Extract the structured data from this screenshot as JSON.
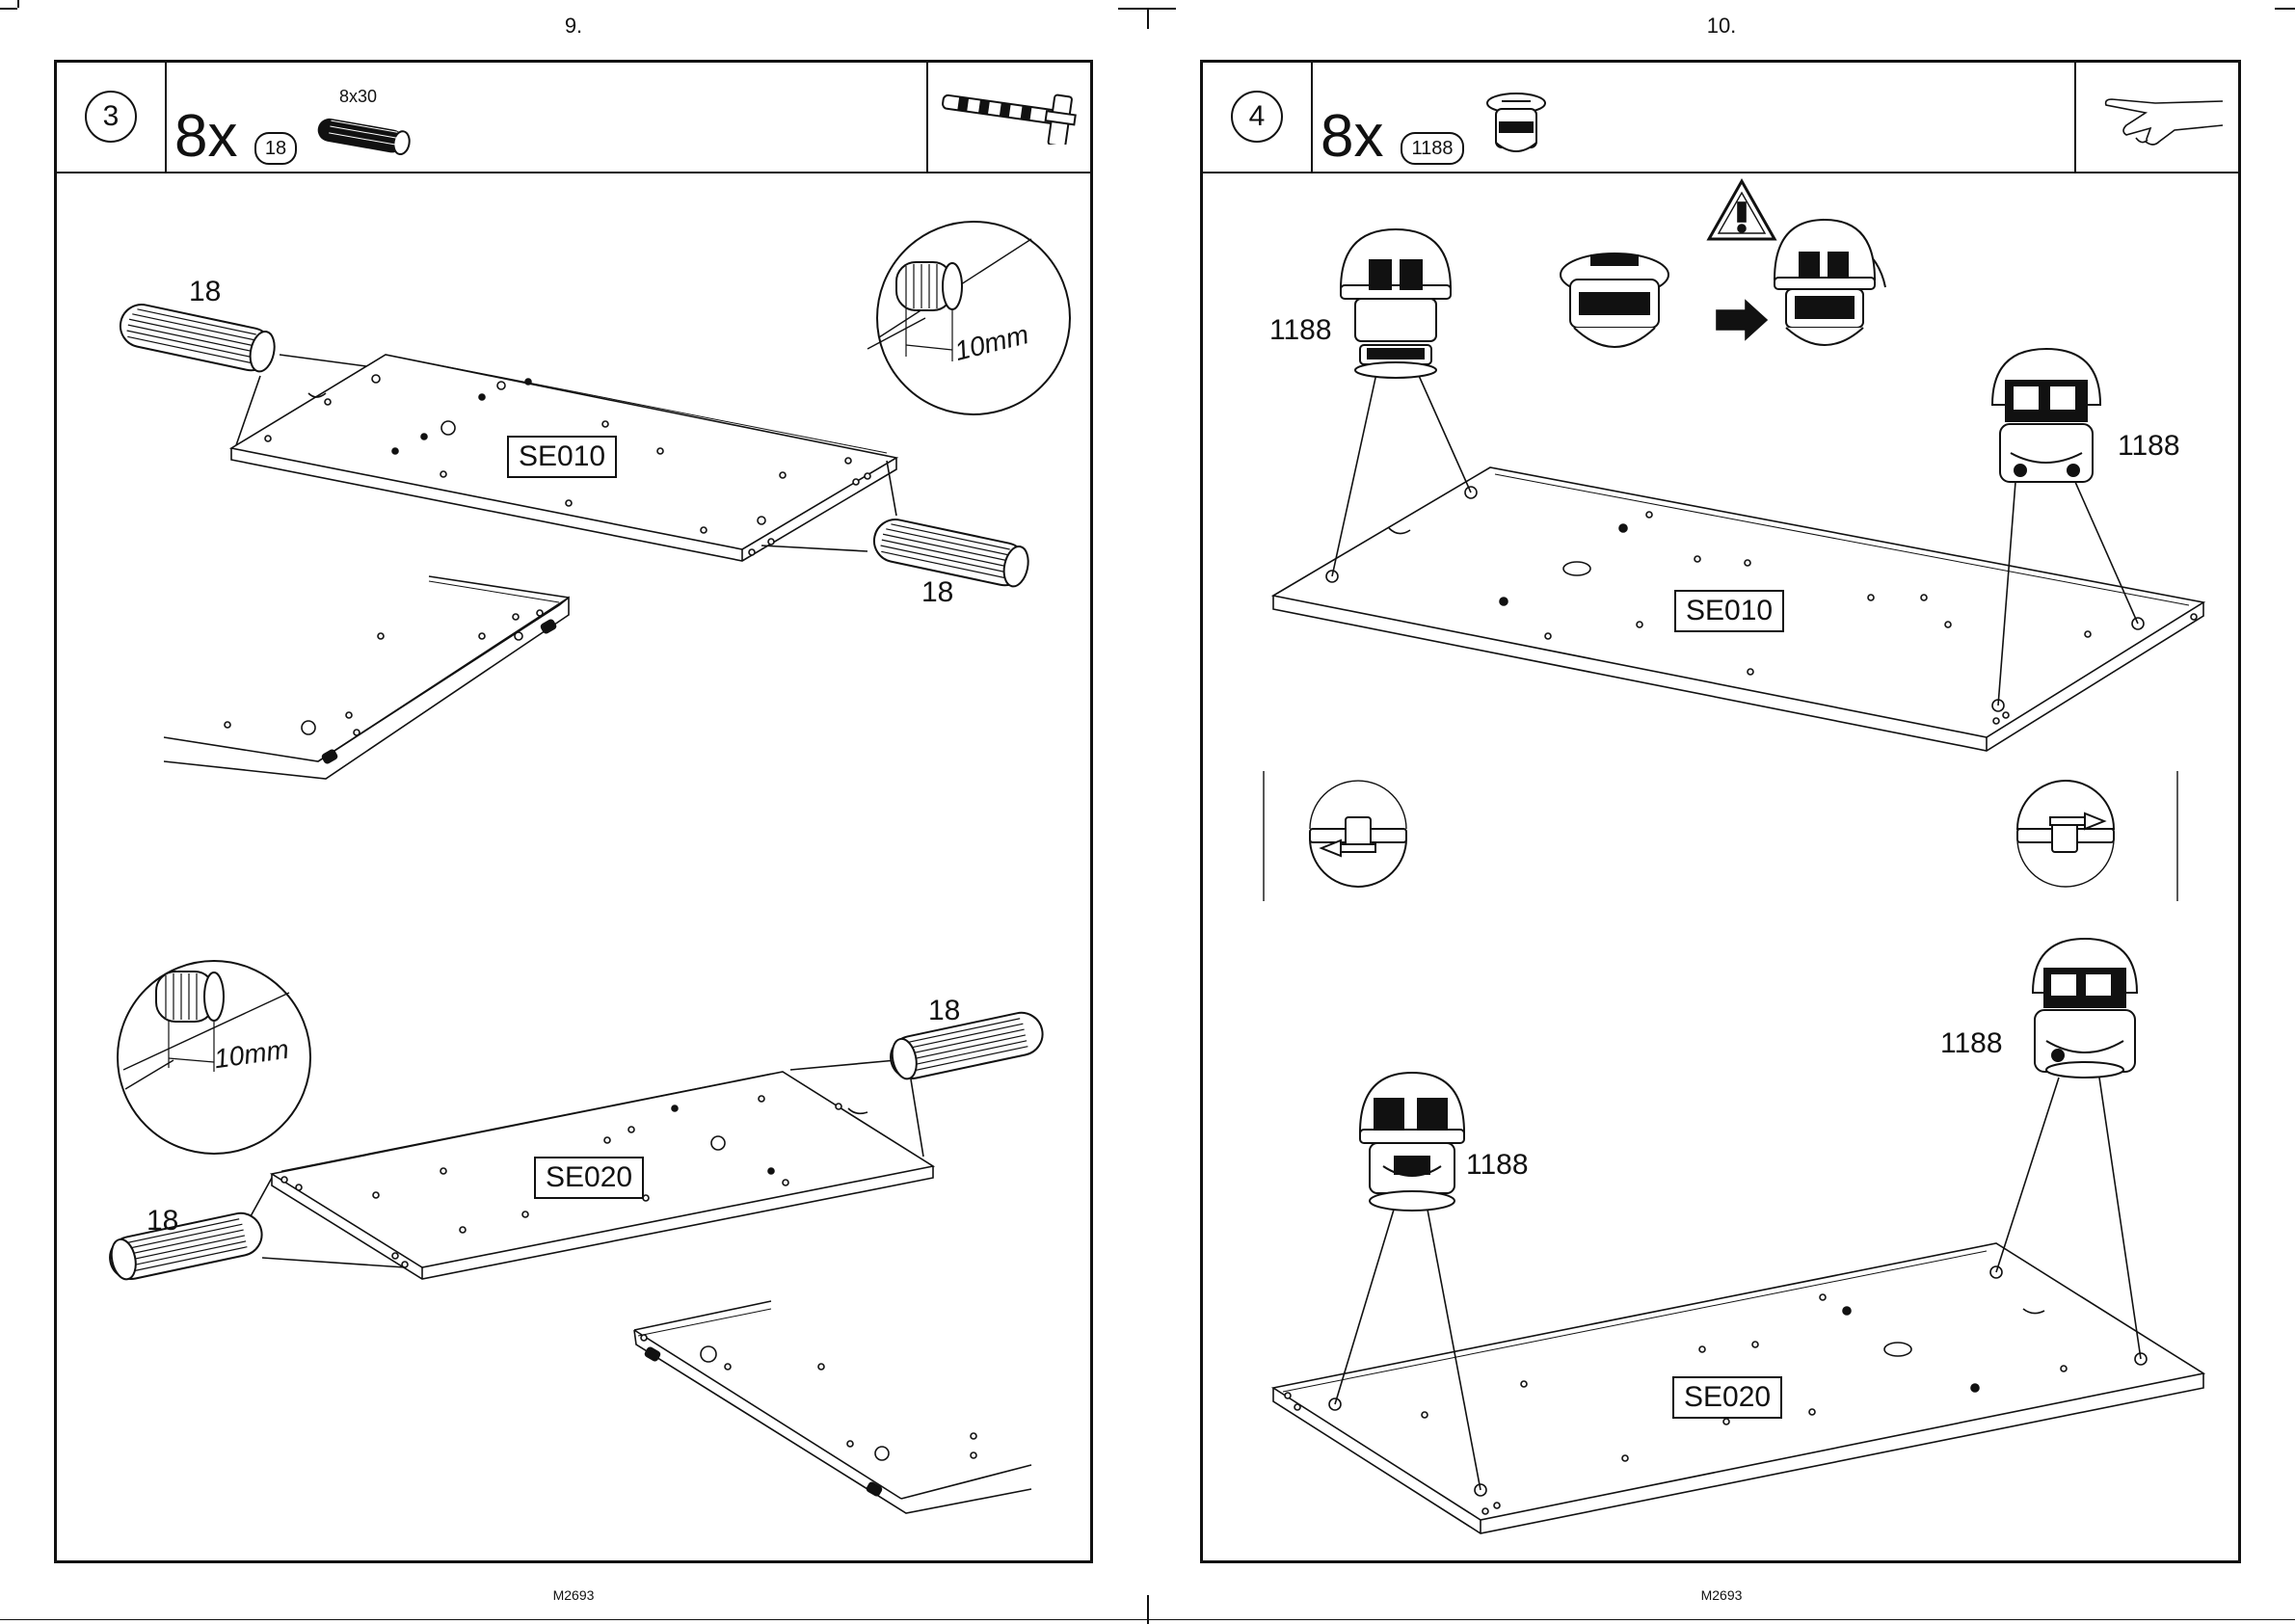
{
  "pages": [
    {
      "page_number": "9.",
      "footer_code": "M2693",
      "step": {
        "number": "3",
        "quantity": "8x",
        "part_id": "18",
        "part_dims": "8x30",
        "tool_icon": "hammer-icon",
        "part_icon": "dowel-icon"
      },
      "labels": {
        "dowel_top_left": "18",
        "dowel_top_right": "18",
        "detail_top": "10mm",
        "panel_top": "SE010",
        "detail_bottom": "10mm",
        "dowel_bottom_right": "18",
        "dowel_bottom_left": "18",
        "panel_bottom": "SE020"
      }
    },
    {
      "page_number": "10.",
      "footer_code": "M2693",
      "step": {
        "number": "4",
        "quantity": "8x",
        "part_id": "1188",
        "tool_icon": "hand-push-icon",
        "part_icon": "cam-connector-icon",
        "warning_icon": "warning-triangle-icon"
      },
      "labels": {
        "cam_top_left": "1188",
        "cam_top_right": "1188",
        "panel_top": "SE010",
        "cam_bottom_right": "1188",
        "cam_bottom_left": "1188",
        "panel_bottom": "SE020"
      }
    }
  ]
}
